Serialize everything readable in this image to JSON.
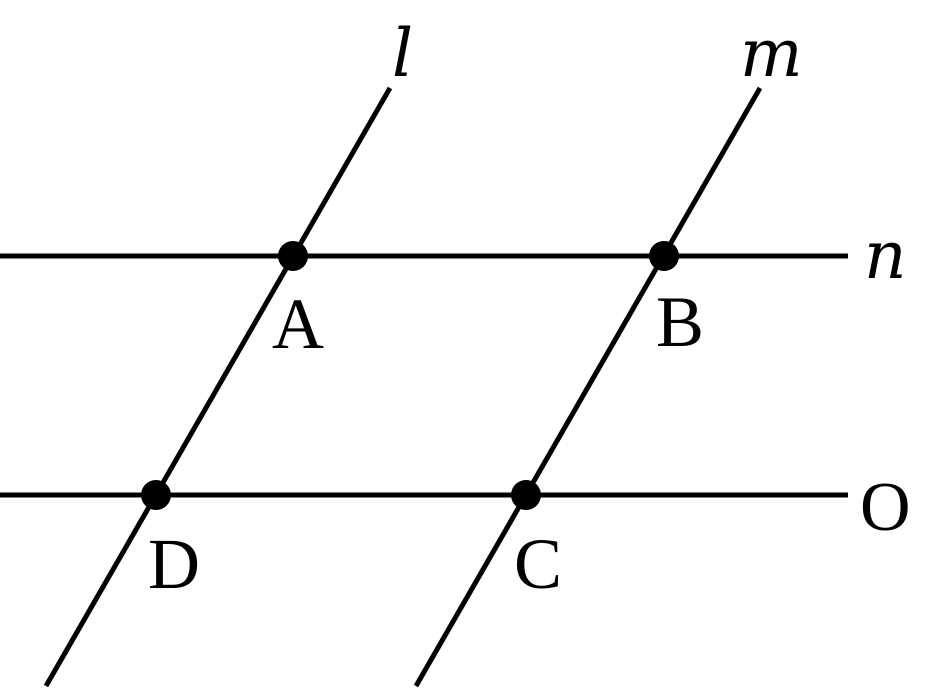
{
  "diagram": {
    "lines": {
      "l": "l",
      "m": "m",
      "n": "n",
      "o": "O"
    },
    "points": {
      "a": "A",
      "b": "B",
      "c": "C",
      "d": "D"
    }
  }
}
